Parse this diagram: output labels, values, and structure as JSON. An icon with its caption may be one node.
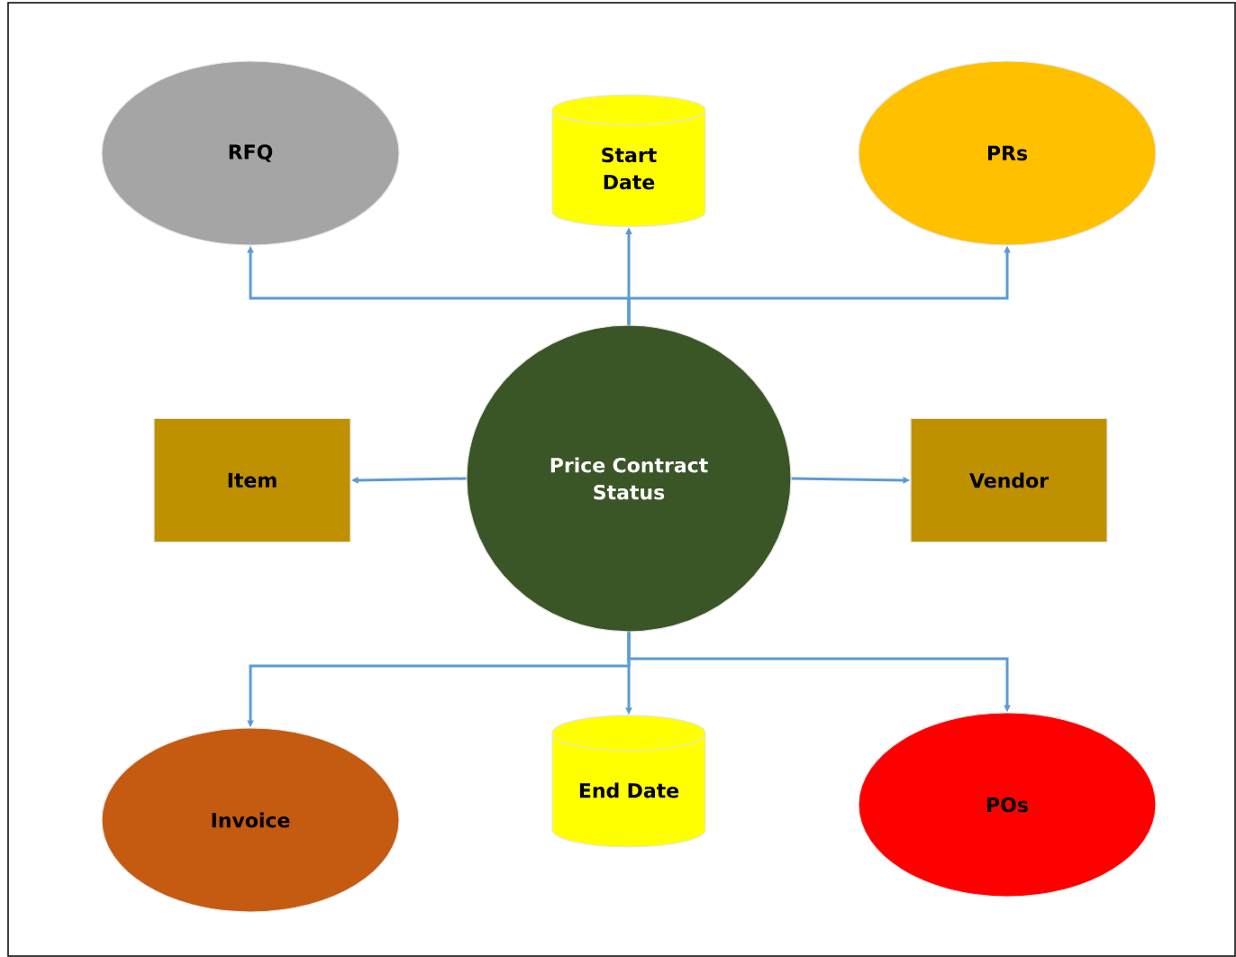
{
  "diagram": {
    "nodes": [
      {
        "text": [
          "Price Contract Status"
        ]
      },
      {
        "text": [
          "RFQ"
        ]
      },
      {
        "text": [
          "Start Date"
        ]
      },
      {
        "text": [
          "PRs"
        ]
      },
      {
        "text": [
          "Item"
        ]
      },
      {
        "text": [
          "Vendor"
        ]
      },
      {
        "text": [
          "Invoice"
        ]
      },
      {
        "text": [
          "End Date"
        ]
      },
      {
        "text": [
          "POs"
        ]
      }
    ],
    "edges": [
      {
        "from": 0,
        "to": 1,
        "arrow": "to"
      },
      {
        "from": 0,
        "to": 2,
        "arrow": "to"
      },
      {
        "from": 0,
        "to": 3,
        "arrow": "to"
      },
      {
        "from": 0,
        "to": 4,
        "arrow": "to"
      },
      {
        "from": 0,
        "to": 5,
        "arrow": "to"
      },
      {
        "from": 0,
        "to": 6,
        "arrow": "to"
      },
      {
        "from": 0,
        "to": 7,
        "arrow": "to"
      },
      {
        "from": 0,
        "to": 8,
        "arrow": "to"
      }
    ]
  }
}
